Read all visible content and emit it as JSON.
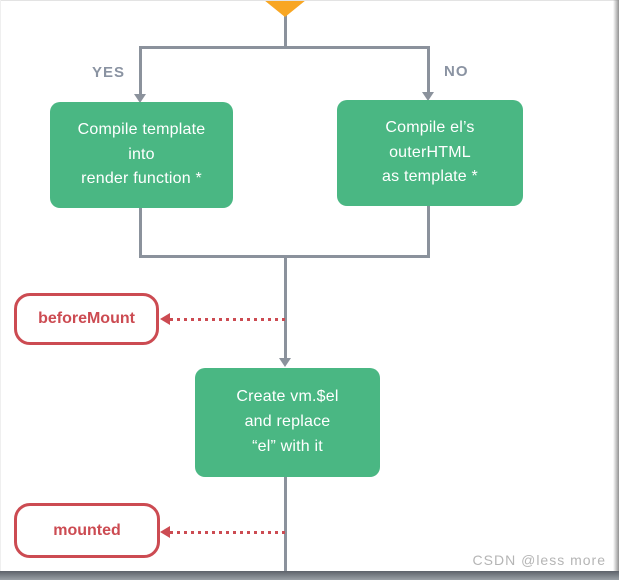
{
  "diagram": {
    "branch_yes_label": "YES",
    "branch_no_label": "NO",
    "node_compile_template": {
      "line1": "Compile template",
      "line2": "into",
      "line3": "render function *"
    },
    "node_compile_el": {
      "line1": "Compile el’s",
      "line2": "outerHTML",
      "line3": "as template *"
    },
    "node_create_el": {
      "line1": "Create vm.$el",
      "line2": "and replace",
      "line3": "“el” with it"
    },
    "hook_before_mount_label": "beforeMount",
    "hook_mounted_label": "mounted",
    "colors": {
      "node_green": "#4ab783",
      "connector_gray": "#8b929c",
      "branch_label_gray": "#8a93a2",
      "hook_red": "#cc4b52",
      "decision_orange": "#f8a623"
    }
  },
  "watermark_text": "CSDN @less more"
}
